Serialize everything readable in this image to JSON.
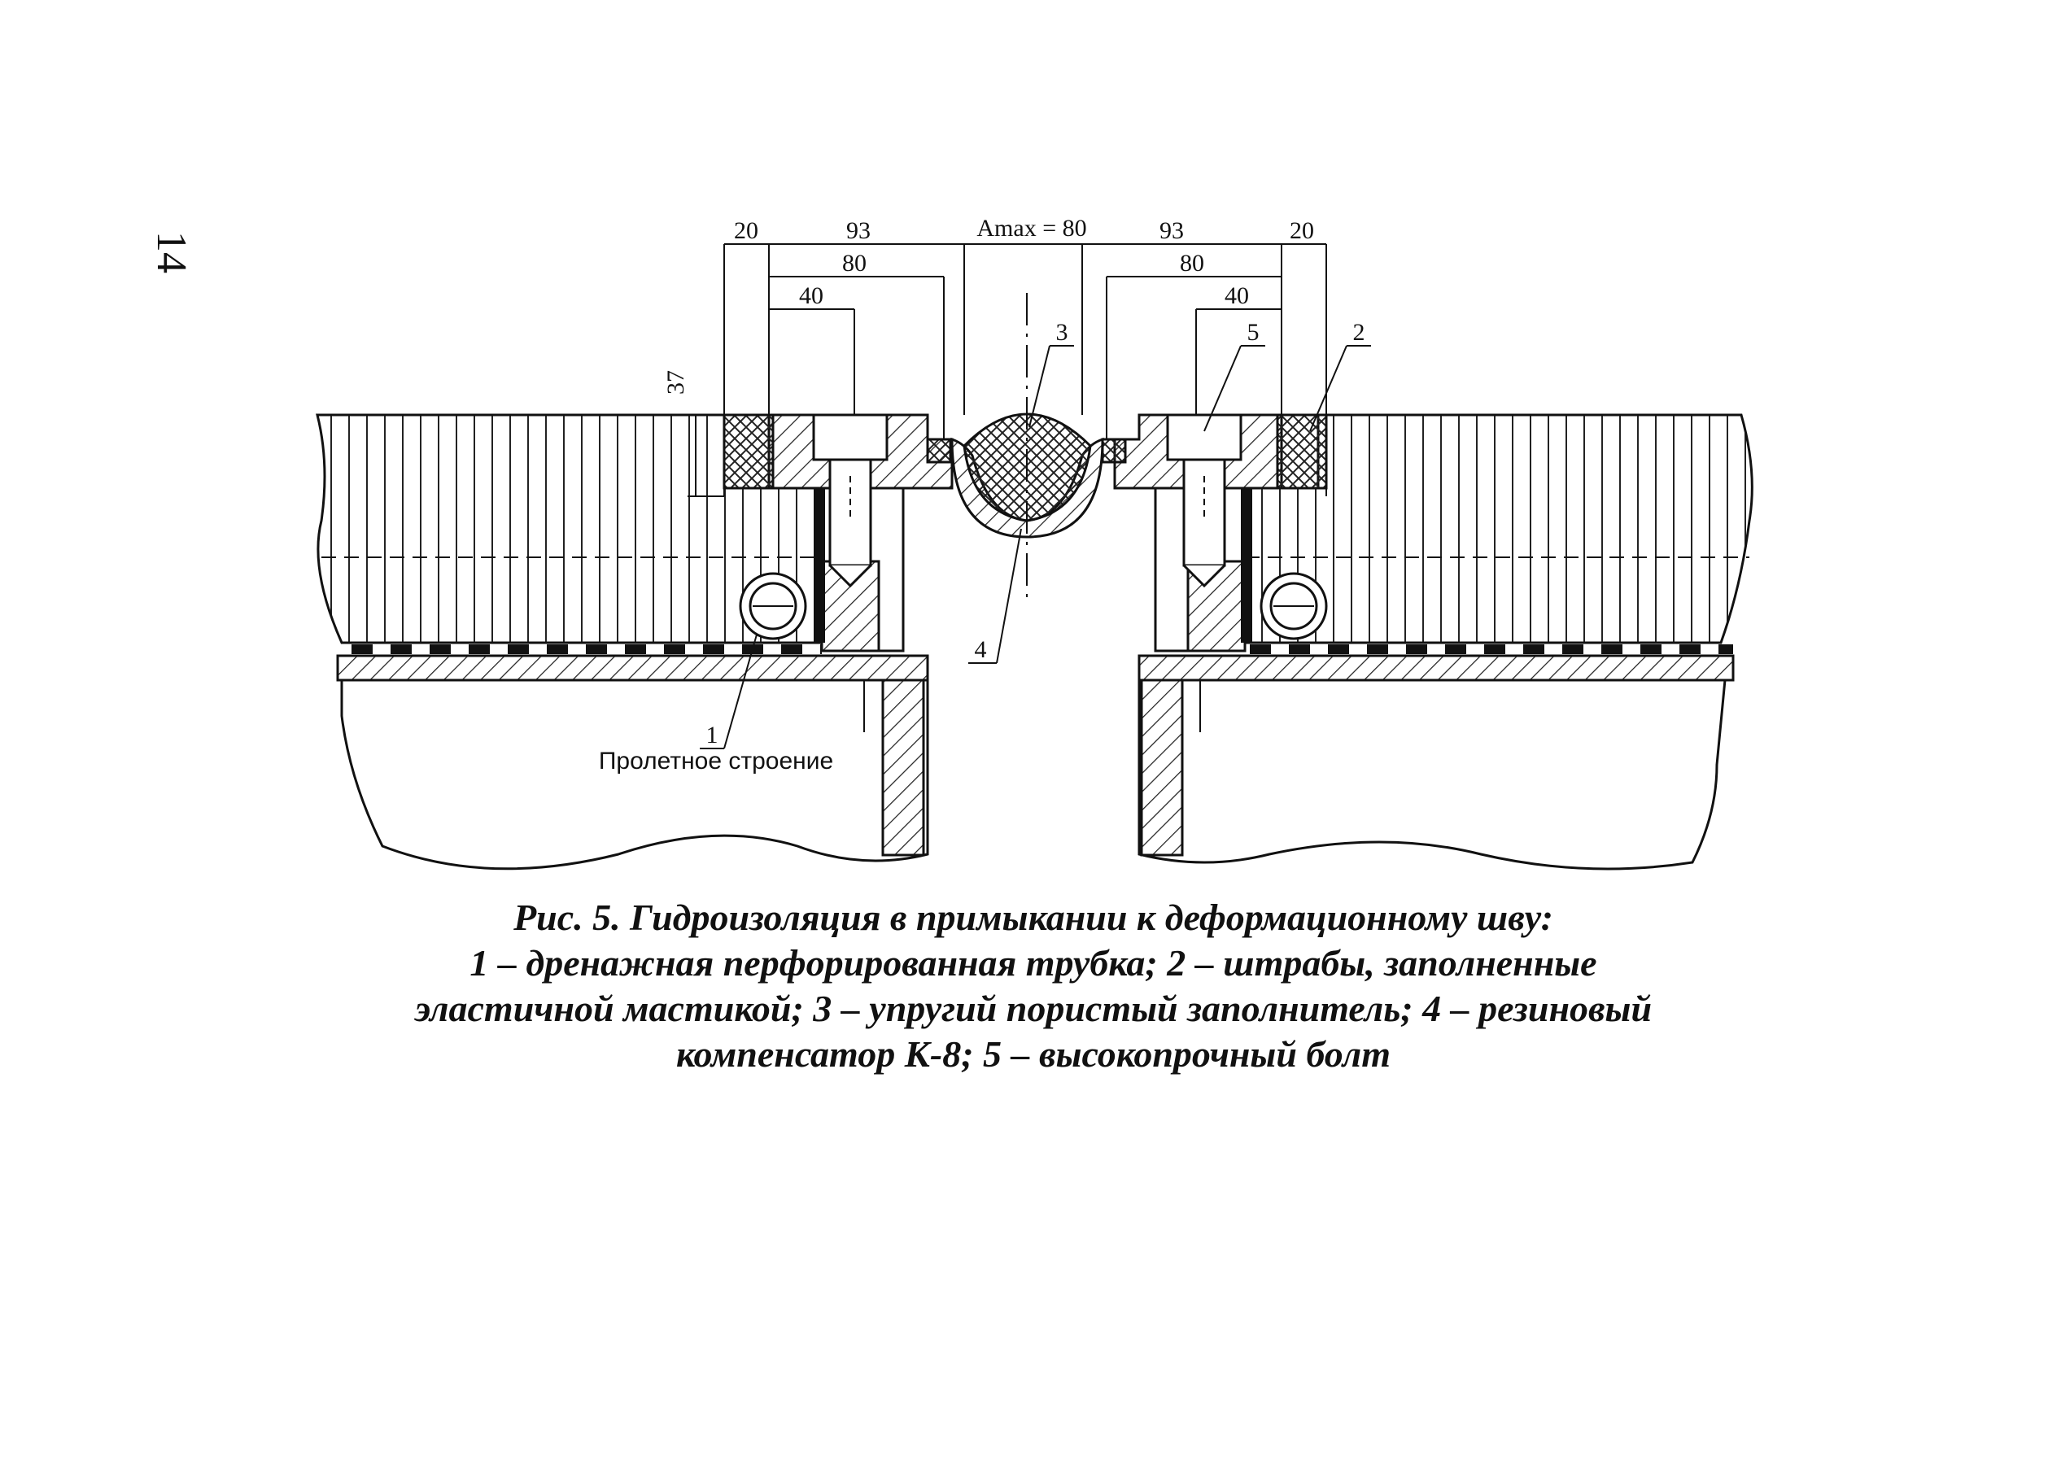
{
  "page_number": "14",
  "figure": {
    "dimensions": {
      "left_edge": "20",
      "left_half": "93",
      "left_plate": "80",
      "left_bolt": "40",
      "joint_width": "Amax = 80",
      "right_half": "93",
      "right_plate": "80",
      "right_bolt": "40",
      "right_edge": "20",
      "height": "37"
    },
    "callouts": {
      "pipe": "1",
      "grooves": "2",
      "filler": "3",
      "compensator": "4",
      "bolt": "5"
    },
    "structure_label": "Пролетное строение"
  },
  "caption": {
    "line1": "Рис. 5. Гидроизоляция в примыкании к деформационному шву:",
    "line2": "1 – дренажная перфорированная трубка; 2 – штрабы, заполненные",
    "line3": "эластичной мастикой; 3 – упругий пористый заполнитель; 4 – резиновый",
    "line4": "компенсатор К-8; 5 – высокопрочный болт"
  },
  "colors": {
    "ink": "#111111",
    "paper": "#ffffff"
  }
}
